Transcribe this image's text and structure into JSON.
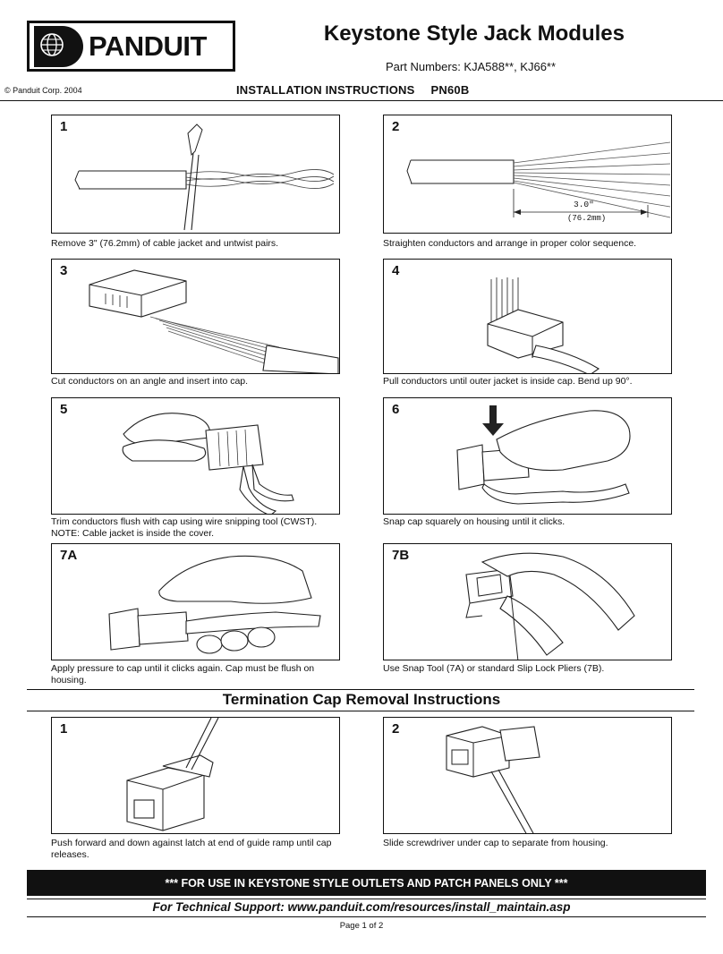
{
  "header": {
    "brand": "PANDUIT",
    "title": "Keystone Style Jack Modules",
    "part_numbers": "Part Numbers: KJA588**, KJ66**",
    "copyright": "© Panduit Corp. 2004",
    "instructions_label": "INSTALLATION INSTRUCTIONS",
    "doc_number": "PN60B"
  },
  "steps": [
    {
      "num": "1",
      "caption": "Remove 3\" (76.2mm) of cable jacket and untwist pairs."
    },
    {
      "num": "2",
      "caption": "Straighten conductors and arrange in proper color sequence.",
      "dim_in": "3.0\"",
      "dim_mm": "(76.2mm)"
    },
    {
      "num": "3",
      "caption": "Cut conductors on an angle and insert into cap."
    },
    {
      "num": "4",
      "caption": "Pull conductors until outer jacket is inside cap. Bend up 90°."
    },
    {
      "num": "5",
      "caption": "Trim conductors flush with cap using wire snipping tool (CWST). NOTE: Cable jacket is inside the cover."
    },
    {
      "num": "6",
      "caption": "Snap cap squarely on housing until it clicks."
    },
    {
      "num": "7A",
      "caption": "Apply pressure to cap until it clicks again. Cap must be flush on housing."
    },
    {
      "num": "7B",
      "caption": "Use Snap Tool (7A) or standard Slip Lock Pliers (7B)."
    }
  ],
  "removal": {
    "title": "Termination Cap Removal Instructions",
    "steps": [
      {
        "num": "1",
        "caption": "Push forward and down against latch at end of guide ramp until cap releases."
      },
      {
        "num": "2",
        "caption": "Slide screwdriver under cap to separate from housing."
      }
    ]
  },
  "footer": {
    "banner": "***  FOR USE IN KEYSTONE STYLE OUTLETS AND PATCH PANELS ONLY  ***",
    "support": "For Technical Support: www.panduit.com/resources/install_maintain.asp",
    "page": "Page 1 of 2"
  }
}
